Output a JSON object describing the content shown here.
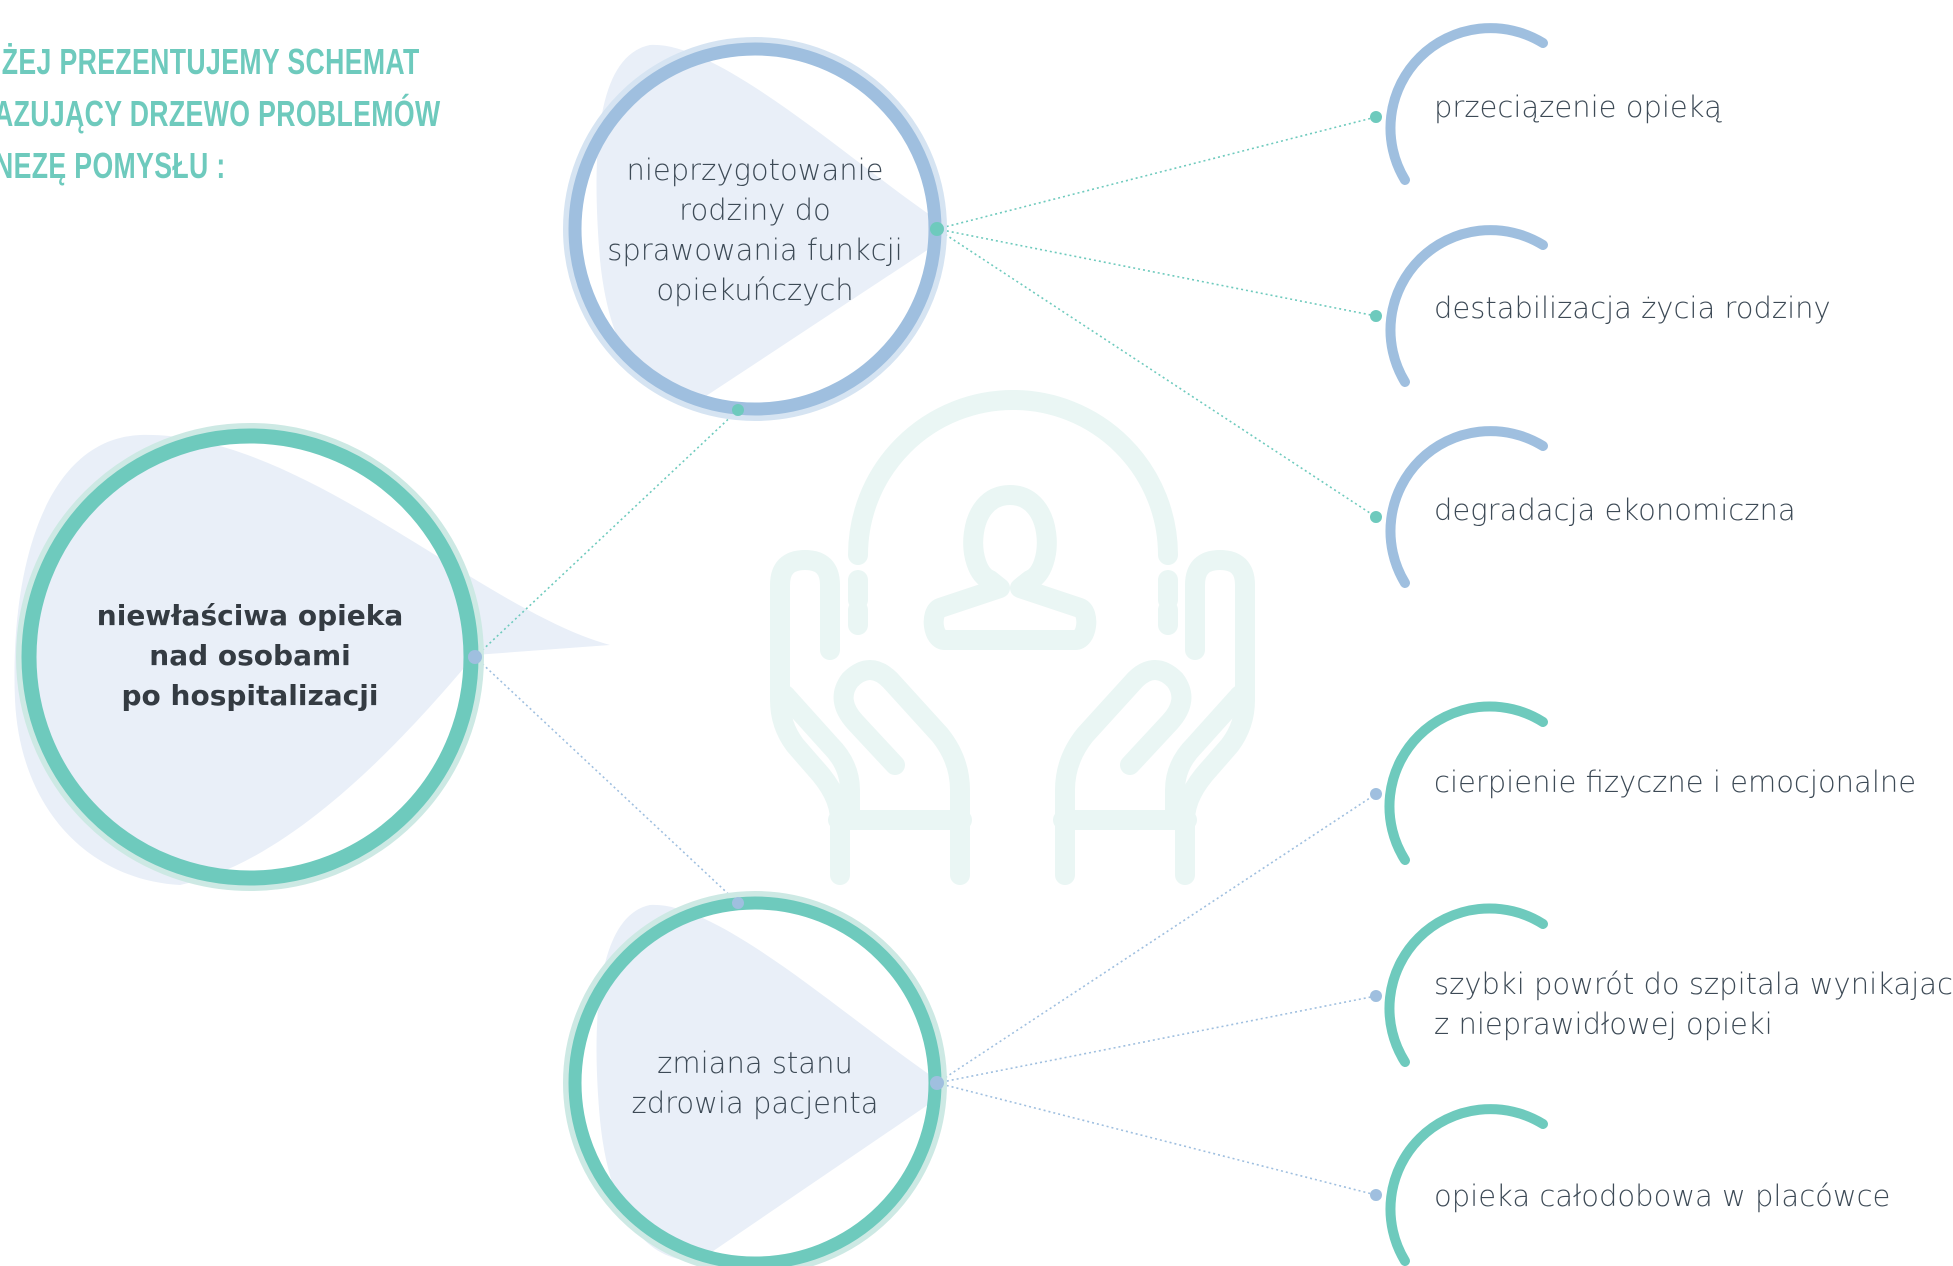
{
  "heading": {
    "lines": [
      "IŻEJ PREZENTUJEMY SCHEMAT",
      "AZUJĄCY DRZEWO PROBLEMÓW",
      "NEZĘ POMYSŁU :"
    ]
  },
  "colors": {
    "teal": "#6ecabd",
    "blue": "#9fbfdf",
    "blob": "#e9eff8",
    "watermark": "#eaf6f4",
    "text": "#3d4a56"
  },
  "icons": {
    "watermark": "caring-hands-person-icon"
  },
  "tree": {
    "root": {
      "lines": [
        "niewłaściwa opieka",
        "nad osobami",
        "po hospitalizacji"
      ]
    },
    "branches": [
      {
        "lines": [
          "nieprzygotowanie",
          "rodziny do",
          "sprawowania funkcji",
          "opiekuńczych"
        ],
        "color": "blue",
        "leaves": [
          {
            "lines": [
              "przeciązenie opieką"
            ]
          },
          {
            "lines": [
              "destabilizacja życia rodziny"
            ]
          },
          {
            "lines": [
              "degradacja ekonomiczna"
            ]
          }
        ]
      },
      {
        "lines": [
          "zmiana stanu",
          "zdrowia pacjenta"
        ],
        "color": "teal",
        "leaves": [
          {
            "lines": [
              "cierpienie fizyczne i emocjonalne"
            ]
          },
          {
            "lines": [
              "szybki powrót do szpitala wynikajacy",
              "z nieprawidłowej opieki"
            ]
          },
          {
            "lines": [
              "opieka całodobowa w placówce"
            ]
          }
        ]
      }
    ]
  }
}
